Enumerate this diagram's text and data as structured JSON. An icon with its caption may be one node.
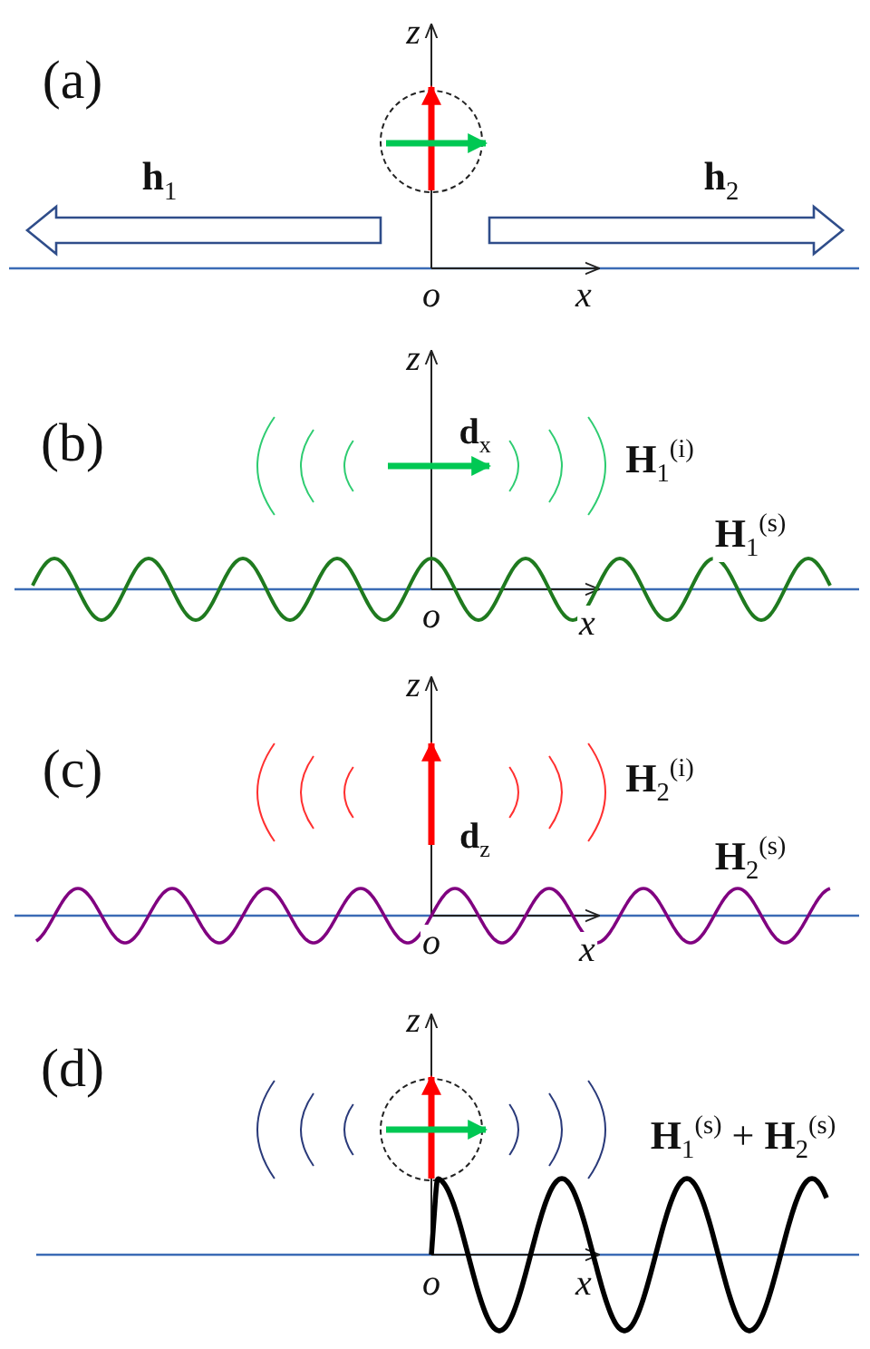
{
  "diagram": {
    "labels": [
      "(a)",
      "z",
      "**h**$_{1}$",
      "**h**$_{2}$",
      "o",
      "x",
      "(b)",
      "z",
      "**d**$_{x}$",
      "**H**$_{1}$$^{(i)}$",
      "**H**$_{1}$$^{(s)}$",
      "o",
      "x",
      "(c)",
      "z",
      "**d**$_{z}$",
      "**H**$_{2}$$^{(i)}$",
      "**H**$_{2}$$^{(s)}$",
      "o",
      "x",
      "(d)",
      "z",
      "**H**$_{1}$$^{(s)}$ + **H**$_{2}$$^{(s)}$",
      "o",
      "x"
    ]
  }
}
